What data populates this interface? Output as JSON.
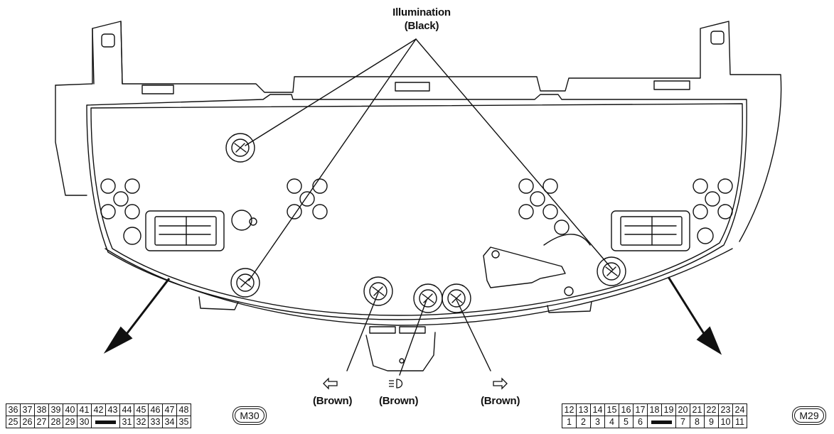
{
  "labels": {
    "illumination_line1": "Illumination",
    "illumination_line2": "(Black)",
    "turn_left_wire": "(Brown)",
    "headlamp_wire": "(Brown)",
    "turn_right_wire": "(Brown)"
  },
  "icons": {
    "turn_left": "left-arrow-icon",
    "headlamp": "high-beam-icon",
    "turn_right": "right-arrow-icon"
  },
  "connectors": {
    "m30": {
      "tag": "M30",
      "top_row": [
        "36",
        "37",
        "38",
        "39",
        "40",
        "41",
        "42",
        "43",
        "",
        "44",
        "45",
        "46",
        "47",
        "48"
      ],
      "bottom_row": [
        "25",
        "26",
        "27",
        "28",
        "29",
        "30",
        "",
        "",
        "31",
        "32",
        "33",
        "34",
        "35"
      ]
    },
    "m29": {
      "tag": "M29",
      "top_row": [
        "12",
        "13",
        "14",
        "15",
        "16",
        "17",
        "18",
        "19",
        "20",
        "21",
        "22",
        "23",
        "24"
      ],
      "bottom_row": [
        "1",
        "2",
        "3",
        "4",
        "5",
        "6",
        "",
        "7",
        "8",
        "9",
        "10",
        "11"
      ]
    }
  }
}
